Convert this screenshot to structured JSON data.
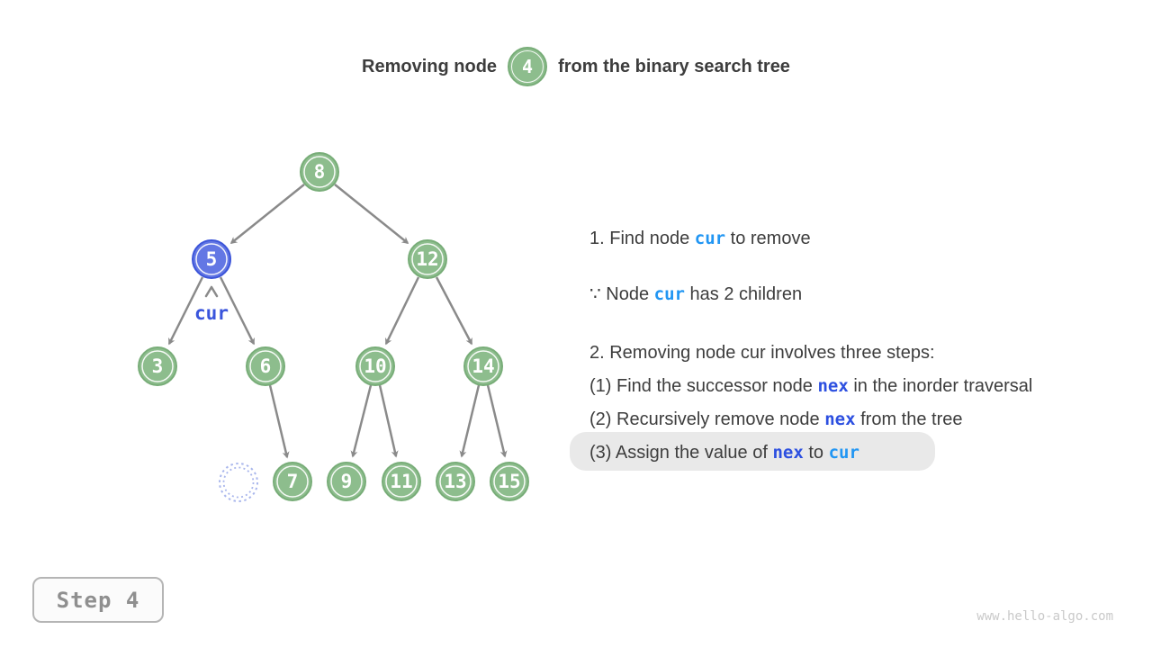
{
  "title": {
    "prefix": "Removing node",
    "node_value": "4",
    "suffix": "from the binary search tree"
  },
  "tree": {
    "nodes": [
      {
        "value": "8",
        "type": "green"
      },
      {
        "value": "5",
        "type": "blue"
      },
      {
        "value": "12",
        "type": "green"
      },
      {
        "value": "3",
        "type": "green"
      },
      {
        "value": "6",
        "type": "green"
      },
      {
        "value": "10",
        "type": "green"
      },
      {
        "value": "14",
        "type": "green"
      },
      {
        "value": "",
        "type": "removed-placeholder"
      },
      {
        "value": "7",
        "type": "green"
      },
      {
        "value": "9",
        "type": "green"
      },
      {
        "value": "11",
        "type": "green"
      },
      {
        "value": "13",
        "type": "green"
      },
      {
        "value": "15",
        "type": "green"
      }
    ],
    "edges": [
      "8→5",
      "8→12",
      "5→3",
      "5→6",
      "12→10",
      "12→14",
      "6→7",
      "10→9",
      "10→11",
      "14→13",
      "14→15"
    ],
    "pointer_label": "cur"
  },
  "instructions": {
    "lines": [
      {
        "segments": [
          {
            "t": "1. Find node ",
            "s": "plain"
          },
          {
            "t": "cur",
            "s": "cur"
          },
          {
            "t": " to remove",
            "s": "plain"
          }
        ],
        "highlight": false
      },
      {
        "segments": [
          {
            "t": "∵ Node ",
            "s": "plain"
          },
          {
            "t": "cur",
            "s": "cur"
          },
          {
            "t": " has 2 children",
            "s": "plain"
          }
        ],
        "highlight": false
      },
      {
        "segments": [
          {
            "t": "2. Removing node cur involves three steps:",
            "s": "plain"
          }
        ],
        "highlight": false
      },
      {
        "segments": [
          {
            "t": "(1) Find the successor node ",
            "s": "plain"
          },
          {
            "t": "nex",
            "s": "nex"
          },
          {
            "t": " in the inorder traversal",
            "s": "plain"
          }
        ],
        "highlight": false
      },
      {
        "segments": [
          {
            "t": "(2) Recursively remove node ",
            "s": "plain"
          },
          {
            "t": "nex",
            "s": "nex"
          },
          {
            "t": " from the tree",
            "s": "plain"
          }
        ],
        "highlight": true
      },
      {
        "segments": [
          {
            "t": "(3) Assign the value of ",
            "s": "plain"
          },
          {
            "t": "nex",
            "s": "nex"
          },
          {
            "t": " to ",
            "s": "plain"
          },
          {
            "t": "cur",
            "s": "cur"
          }
        ],
        "highlight": false
      }
    ]
  },
  "step_box": {
    "label": "Step 4"
  },
  "watermark": "www.hello-algo.com",
  "colors": {
    "node_green_fill": "#8dbd8d",
    "node_green_stroke": "#78ad78",
    "node_blue_fill": "#6377e4",
    "node_blue_stroke": "#3c55d9",
    "removed_node_stroke": "#a9b6ec",
    "edge_gray": "#8a8a8a",
    "text_dark": "#3d3d3d",
    "cur_blue": "#2196f3",
    "nex_blue": "#2c4fe0",
    "pointer_blue": "#3a55dc",
    "highlight_bg": "#e9e9e9"
  }
}
